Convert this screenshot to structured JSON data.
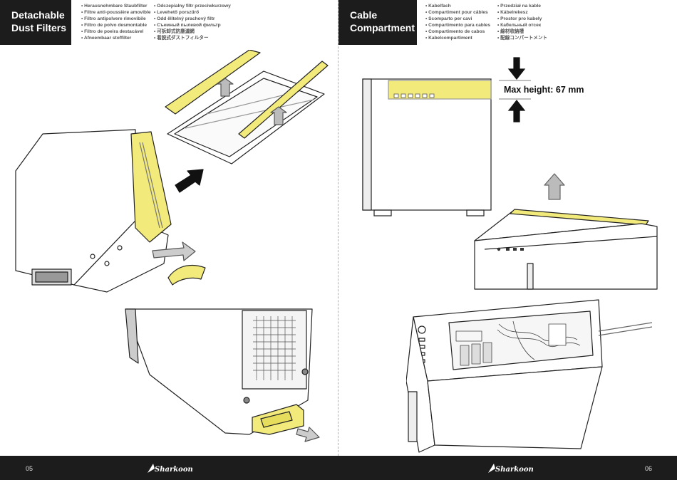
{
  "left": {
    "title": [
      "Detachable",
      "Dust Filters"
    ],
    "languages_col1": [
      "• Herausnehmbare Staubfilter",
      "• Filtre anti-poussière amovible",
      "• Filtro antipolvere rimovibile",
      "• Filtro de polvo desmontable",
      "• Filtro de poeira destacável",
      "• Afneembaar stoffilter"
    ],
    "languages_col2": [
      "• Odczepialny filtr przeciwkurzowy",
      "• Levehető porszűrő",
      "• Odd ělitelný prachový filtr",
      "• Съемный пылевой фильтр",
      "• 可拆卸式防塵濾網",
      "• 着脱式ダストフィルター"
    ],
    "page_number": "05"
  },
  "right": {
    "title": [
      "Cable",
      "Compartment"
    ],
    "languages_col1": [
      "• Kabelfach",
      "• Compartiment pour câbles",
      "• Scomparto per cavi",
      "• Compartimento para cables",
      "• Compartimento de cabos",
      "• Kabelcompartiment"
    ],
    "languages_col2": [
      "• Przedział na kable",
      "• Kábelrekesz",
      "• Prostor pro kabely",
      "• Кабельный отсек",
      "• 線材收納槽",
      "• 配線コンパートメント"
    ],
    "max_height_label": "Max height: 67 mm",
    "page_number": "06"
  },
  "brand": "Sharkoon",
  "colors": {
    "accent_yellow": "#f2ea7a",
    "dark": "#1c1c1c",
    "line": "#222222"
  }
}
